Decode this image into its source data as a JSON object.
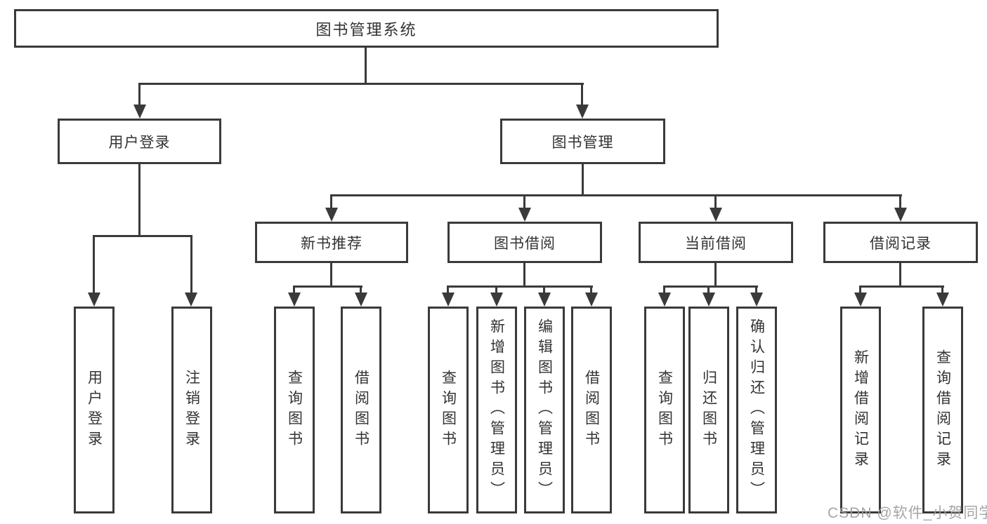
{
  "tree": {
    "label": "图书管理系统",
    "children": [
      {
        "label": "用户登录",
        "children": [
          {
            "label": "用户登录"
          },
          {
            "label": "注销登录"
          }
        ]
      },
      {
        "label": "图书管理",
        "children": [
          {
            "label": "新书推荐",
            "children": [
              {
                "label": "查询图书"
              },
              {
                "label": "借阅图书"
              }
            ]
          },
          {
            "label": "图书借阅",
            "children": [
              {
                "label": "查询图书"
              },
              {
                "label": "新增图书（管理员）"
              },
              {
                "label": "编辑图书（管理员）"
              },
              {
                "label": "借阅图书"
              }
            ]
          },
          {
            "label": "当前借阅",
            "children": [
              {
                "label": "查询图书"
              },
              {
                "label": "归还图书"
              },
              {
                "label": "确认归还（管理员）"
              }
            ]
          },
          {
            "label": "借阅记录",
            "children": [
              {
                "label": "新增借阅记录"
              },
              {
                "label": "查询借阅记录"
              }
            ]
          }
        ]
      }
    ]
  },
  "watermark": {
    "text": "CSDN @软件_小贺同学"
  },
  "colors": {
    "line": "#3a3a3a",
    "text": "#333333",
    "box_background": "#ffffff",
    "page_background": "#ffffff",
    "watermark": "#9e9e9e"
  }
}
